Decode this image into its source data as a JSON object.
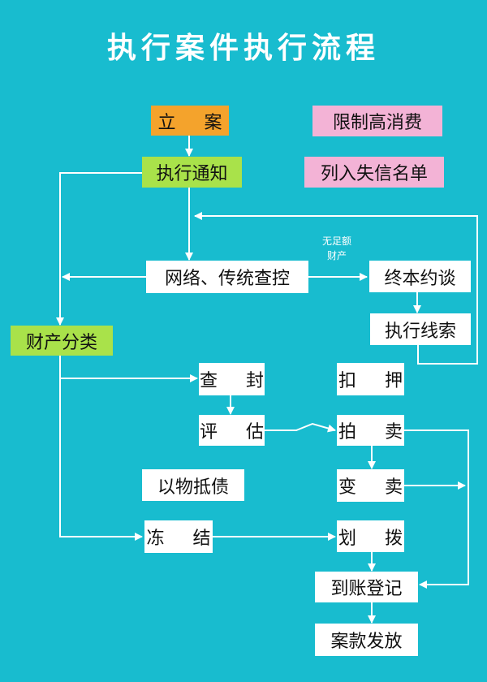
{
  "title": "执行案件执行流程",
  "nodes": {
    "lian": "立 案",
    "zhixing_tongzhi": "执行通知",
    "xianzhi_gaoxiaofei": "限制高消费",
    "lieru_shixin": "列入失信名单",
    "wangluo_chakong": "网络、传统查控",
    "zhongben_yuetan": "终本约谈",
    "zhixing_xiansuo": "执行线索",
    "caichan_fenlei": "财产分类",
    "chafeng": "查 封",
    "kouya": "扣 押",
    "pinggu": "评 估",
    "paimai": "拍 卖",
    "yiwu_dizhai": "以物抵债",
    "biammai": "变 卖",
    "dongjie": "冻 结",
    "huabo": "划 拨",
    "daozhang_dengji": "到账登记",
    "ankuan_fafang": "案款发放"
  },
  "edge_label": {
    "line1": "无足额",
    "line2": "财产"
  },
  "colors": {
    "background": "#18BCCF",
    "orange": "#F4A32C",
    "green": "#A9E24A",
    "pink": "#F3B3D6",
    "white": "#FFFFFF"
  }
}
